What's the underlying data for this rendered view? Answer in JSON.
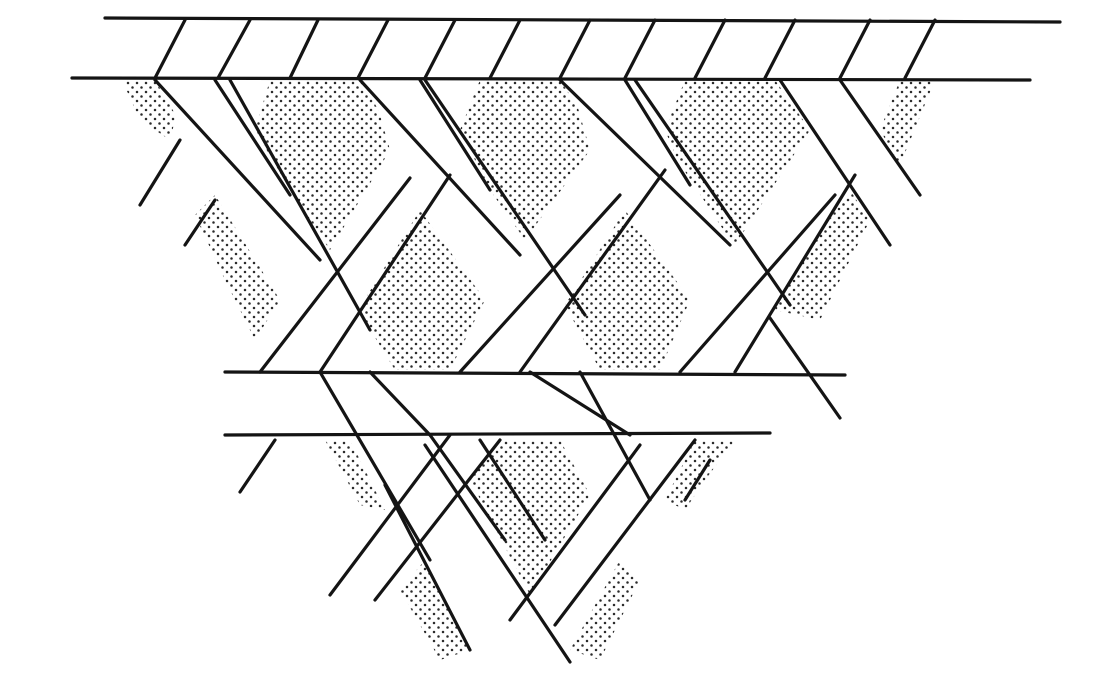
{
  "figure": {
    "kind": "triaxial-weave-pattern",
    "strand_sets": [
      "horizontal",
      "diagonal-left",
      "diagonal-right"
    ],
    "interstice_fill": "dotted",
    "colors": {
      "background": "#ffffff",
      "strand": "#ffffff",
      "outline": "#141414",
      "stipple": "#2a2a2a"
    }
  }
}
